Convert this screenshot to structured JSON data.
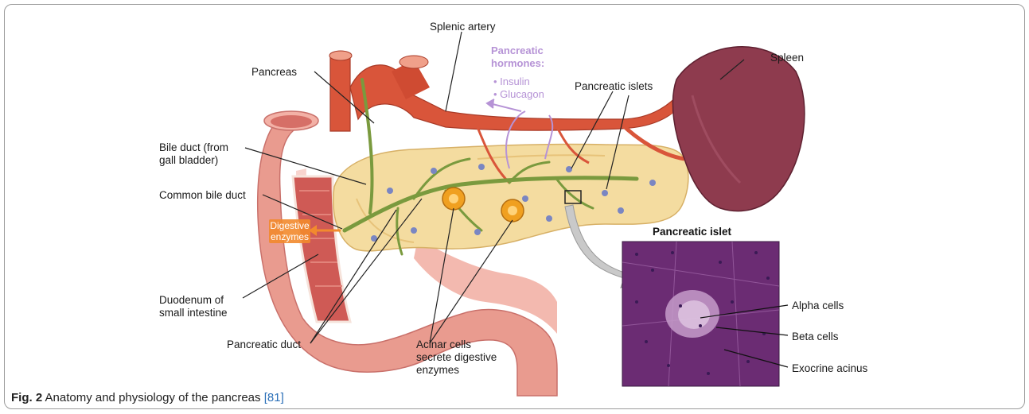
{
  "labels": {
    "splenic_artery": "Splenic artery",
    "pancreatic_hormones": "Pancreatic hormones:",
    "insulin": "• Insulin",
    "glucagon": "• Glucagon",
    "spleen": "Spleen",
    "pancreas": "Pancreas",
    "pancreatic_islets": "Pancreatic islets",
    "bile_duct_line1": "Bile duct (from",
    "bile_duct_line2": "gall bladder)",
    "common_bile_duct": "Common bile duct",
    "digestive_line1": "Digestive",
    "digestive_line2": "enzymes",
    "pancreatic_islet": "Pancreatic islet",
    "alpha_cells": "Alpha cells",
    "beta_cells": "Beta cells",
    "exocrine_acinus": "Exocrine acinus",
    "duodenum_line1": "Duodenum of",
    "duodenum_line2": "small intestine",
    "pancreatic_duct": "Pancreatic duct",
    "acinar_line1": "Acinar cells",
    "acinar_line2": "secrete digestive",
    "acinar_line3": "enzymes"
  },
  "caption": {
    "figure": "Fig. 2",
    "text": "Anatomy and physiology of the pancreas",
    "ref_open": "[",
    "ref": "81",
    "ref_close": "]"
  },
  "colors": {
    "pancreas": "#f4dca0",
    "artery": "#d9553a",
    "spleen": "#8e3b4e",
    "duodenum": "#e99b8f",
    "duct": "#7a9a3e",
    "islet": "#7a86c2",
    "acinar": "#f0a020",
    "hormone_text": "#b693d6",
    "digestive_arrow": "#f28a2e"
  }
}
